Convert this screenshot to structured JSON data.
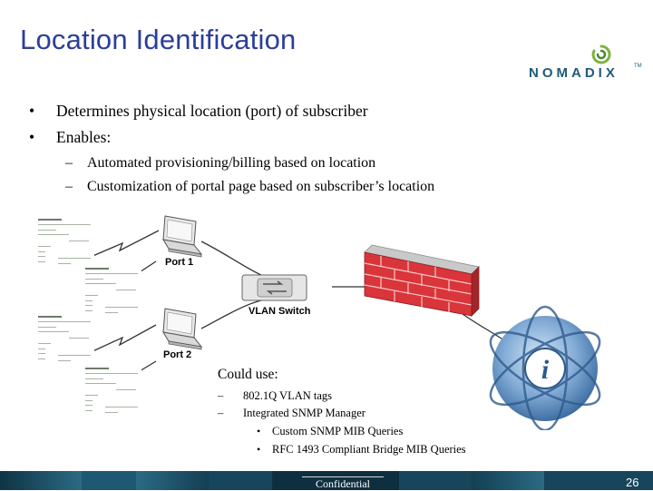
{
  "slide": {
    "title": "Location Identification",
    "logo_text": "NOMADIX",
    "logo_tm": "TM",
    "bullets": [
      "Determines physical location (port) of subscriber",
      "Enables:"
    ],
    "sub_bullets": [
      "Automated provisioning/billing based on location",
      "Customization of portal page based on subscriber’s location"
    ],
    "bullet_glyph": "•",
    "dash_glyph": "–",
    "diagram": {
      "port1_label": "Port 1",
      "port2_label": "Port 2",
      "switch_label": "VLAN Switch",
      "could_use_label": "Could use:",
      "could_use_items": [
        "802.1Q VLAN tags",
        "Integrated SNMP Manager"
      ],
      "snmp_sub_items": [
        "Custom SNMP MIB Queries",
        "RFC 1493 Compliant Bridge MIB Queries"
      ]
    },
    "footer": {
      "confidential": "Confidential",
      "page_number": "26"
    },
    "colors": {
      "title": "#2c3e9a",
      "footer_bar": "#16455c",
      "firewall_brick": "#d9353a",
      "globe": "#5b8fc2"
    }
  }
}
